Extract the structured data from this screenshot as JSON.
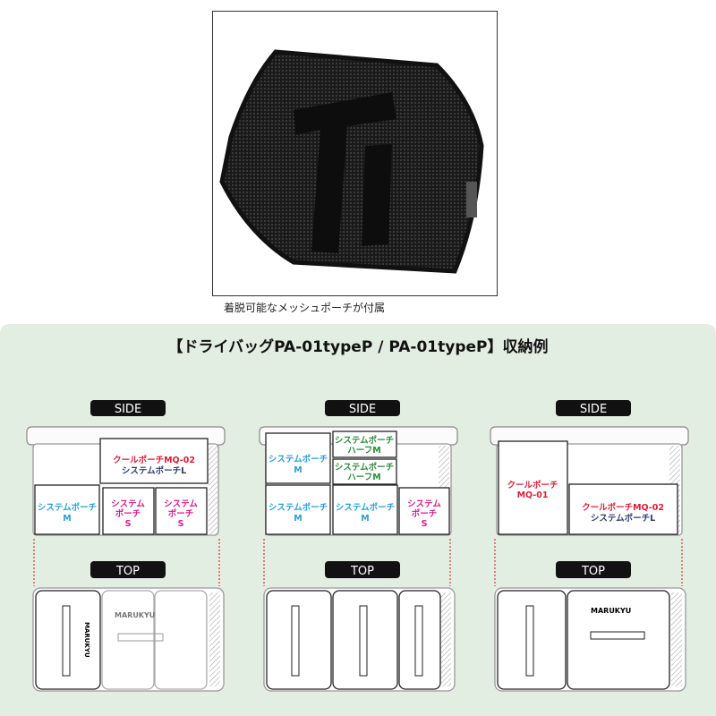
{
  "photo": {
    "caption": "着脱可能なメッシュポーチが付属"
  },
  "panel": {
    "title": "【ドライバッグPA-01typeP / PA-01typeP】収納例"
  },
  "labels": {
    "side": "SIDE",
    "top": "TOP",
    "brand": "MARUKYU"
  },
  "colors": {
    "red": "#d6203a",
    "navy": "#2c3e6e",
    "cyan": "#2a9fd0",
    "magenta": "#d3208a",
    "green": "#2a8a3a",
    "panel": "#e3eee2"
  },
  "examples": [
    {
      "items": {
        "cool_l1": "クールポーチMQ-02",
        "cool_l2": "システムポーチL",
        "m_l1": "システムポーチ",
        "m_l2": "M",
        "s1_l1": "システム",
        "s1_l2": "ポーチ",
        "s1_l3": "S",
        "s2_l1": "システム",
        "s2_l2": "ポーチ",
        "s2_l3": "S"
      }
    },
    {
      "items": {
        "m1_l1": "システムポーチ",
        "m1_l2": "M",
        "h1_l1": "システムポーチ",
        "h1_l2": "ハーフM",
        "h2_l1": "システムポーチ",
        "h2_l2": "ハーフM",
        "m2_l1": "システムポーチ",
        "m2_l2": "M",
        "m3_l1": "システムポーチ",
        "m3_l2": "M",
        "s_l1": "システム",
        "s_l2": "ポーチ",
        "s_l3": "S"
      }
    },
    {
      "items": {
        "mq01_l1": "クールポーチ",
        "mq01_l2": "MQ-01",
        "mq02_l1": "クールポーチMQ-02",
        "mq02_l2": "システムポーチL"
      }
    }
  ]
}
